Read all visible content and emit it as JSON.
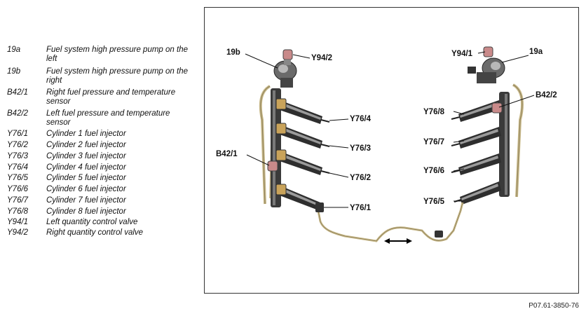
{
  "legend": [
    {
      "code": "19a",
      "desc": "Fuel system high pressure pump on the left"
    },
    {
      "code": "19b",
      "desc": "Fuel system high pressure pump on the right"
    },
    {
      "code": "B42/1",
      "desc": "Right fuel pressure and temperature sensor"
    },
    {
      "code": "B42/2",
      "desc": "Left fuel pressure and temperature sensor"
    },
    {
      "code": "Y76/1",
      "desc": "Cylinder 1 fuel injector"
    },
    {
      "code": "Y76/2",
      "desc": "Cylinder 2 fuel injector"
    },
    {
      "code": "Y76/3",
      "desc": "Cylinder 3 fuel injector"
    },
    {
      "code": "Y76/4",
      "desc": "Cylinder 4 fuel injector"
    },
    {
      "code": "Y76/5",
      "desc": "Cylinder 5 fuel injector"
    },
    {
      "code": "Y76/6",
      "desc": "Cylinder 6 fuel injector"
    },
    {
      "code": "Y76/7",
      "desc": "Cylinder 7 fuel injector"
    },
    {
      "code": "Y76/8",
      "desc": "Cylinder 8 fuel injector"
    },
    {
      "code": "Y94/1",
      "desc": "Left quantity control valve"
    },
    {
      "code": "Y94/2",
      "desc": "Right quantity control valve"
    }
  ],
  "callouts": {
    "c19b": "19b",
    "y94_2": "Y94/2",
    "y94_1": "Y94/1",
    "c19a": "19a",
    "b42_2": "B42/2",
    "b42_1": "B42/1",
    "y76_8": "Y76/8",
    "y76_4": "Y76/4",
    "y76_7": "Y76/7",
    "y76_3": "Y76/3",
    "y76_6": "Y76/6",
    "y76_2": "Y76/2",
    "y76_5": "Y76/5",
    "y76_1": "Y76/1"
  },
  "reference": "P07.61-3850-76",
  "colors": {
    "pipe": "#c8b98a",
    "pipe_dark": "#8a7c55",
    "rail": "#3a3a3a",
    "sensor": "#c98a8a"
  }
}
